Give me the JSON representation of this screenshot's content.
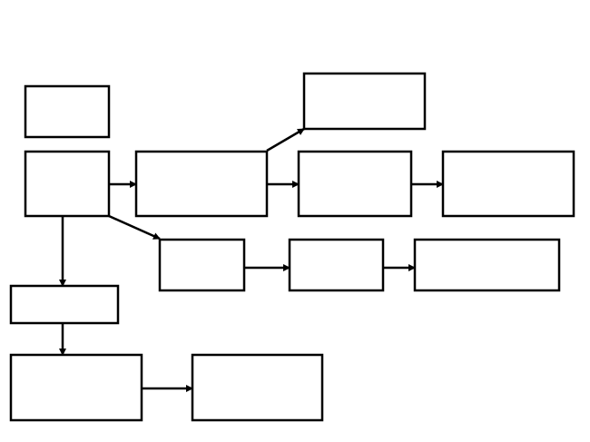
{
  "diagram": {
    "stroke_color": "#000000",
    "background_color": "#ffffff",
    "nodes": [
      {
        "id": "top-left",
        "label": ""
      },
      {
        "id": "root",
        "label": ""
      },
      {
        "id": "stage-2",
        "label": ""
      },
      {
        "id": "top-right",
        "label": ""
      },
      {
        "id": "stage-3",
        "label": ""
      },
      {
        "id": "stage-4",
        "label": ""
      },
      {
        "id": "branch-1",
        "label": ""
      },
      {
        "id": "branch-2",
        "label": ""
      },
      {
        "id": "branch-3",
        "label": ""
      },
      {
        "id": "down-1",
        "label": ""
      },
      {
        "id": "down-2",
        "label": ""
      },
      {
        "id": "down-3",
        "label": ""
      }
    ],
    "edges": [
      {
        "from": "root",
        "to": "stage-2"
      },
      {
        "from": "stage-2",
        "to": "top-right"
      },
      {
        "from": "stage-2",
        "to": "stage-3"
      },
      {
        "from": "stage-3",
        "to": "stage-4"
      },
      {
        "from": "root",
        "to": "branch-1"
      },
      {
        "from": "branch-1",
        "to": "branch-2"
      },
      {
        "from": "branch-2",
        "to": "branch-3"
      },
      {
        "from": "root",
        "to": "down-1"
      },
      {
        "from": "down-1",
        "to": "down-2"
      },
      {
        "from": "down-2",
        "to": "down-3"
      }
    ]
  }
}
